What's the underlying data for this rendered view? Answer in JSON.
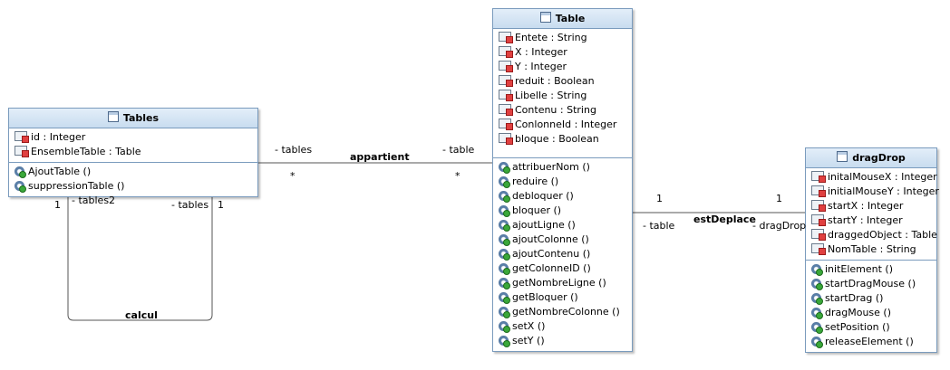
{
  "classes": {
    "tables": {
      "name": "Tables",
      "attributes": [
        "id : Integer",
        "EnsembleTable : Table"
      ],
      "operations": [
        "AjoutTable ()",
        "suppressionTable ()"
      ]
    },
    "table": {
      "name": "Table",
      "attributes": [
        "Entete : String",
        "X : Integer",
        "Y : Integer",
        "reduit : Boolean",
        "Libelle : String",
        "Contenu : String",
        "ConlonneId : Integer",
        "bloque : Boolean"
      ],
      "operations": [
        "attribuerNom ()",
        "reduire ()",
        "debloquer ()",
        "bloquer ()",
        "ajoutLigne ()",
        "ajoutColonne ()",
        "ajoutContenu ()",
        "getColonneID ()",
        "getNombreLigne ()",
        "getBloquer ()",
        "getNombreColonne ()",
        "setX ()",
        "setY ()"
      ]
    },
    "dragdrop": {
      "name": "dragDrop",
      "attributes": [
        "initalMouseX : Integer",
        "initialMouseY : Integer",
        "startX : Integer",
        "startY : Integer",
        "draggedObject : Table",
        "NomTable : String"
      ],
      "operations": [
        "initElement ()",
        "startDragMouse ()",
        "startDrag ()",
        "dragMouse ()",
        "setPosition ()",
        "releaseElement ()"
      ]
    }
  },
  "associations": {
    "appartient": {
      "name": "appartient",
      "role_left": "- tables",
      "mult_left": "*",
      "role_right": "- table",
      "mult_right": "*"
    },
    "estdeplace": {
      "name": "estDeplace",
      "mult_left": "1",
      "role_left": "- table",
      "mult_right": "1",
      "role_right": "- dragDrop"
    },
    "calcul": {
      "name": "calcul",
      "mult_left": "1",
      "role_left": "- tables2",
      "role_right": "- tables",
      "mult_right": "1"
    }
  }
}
